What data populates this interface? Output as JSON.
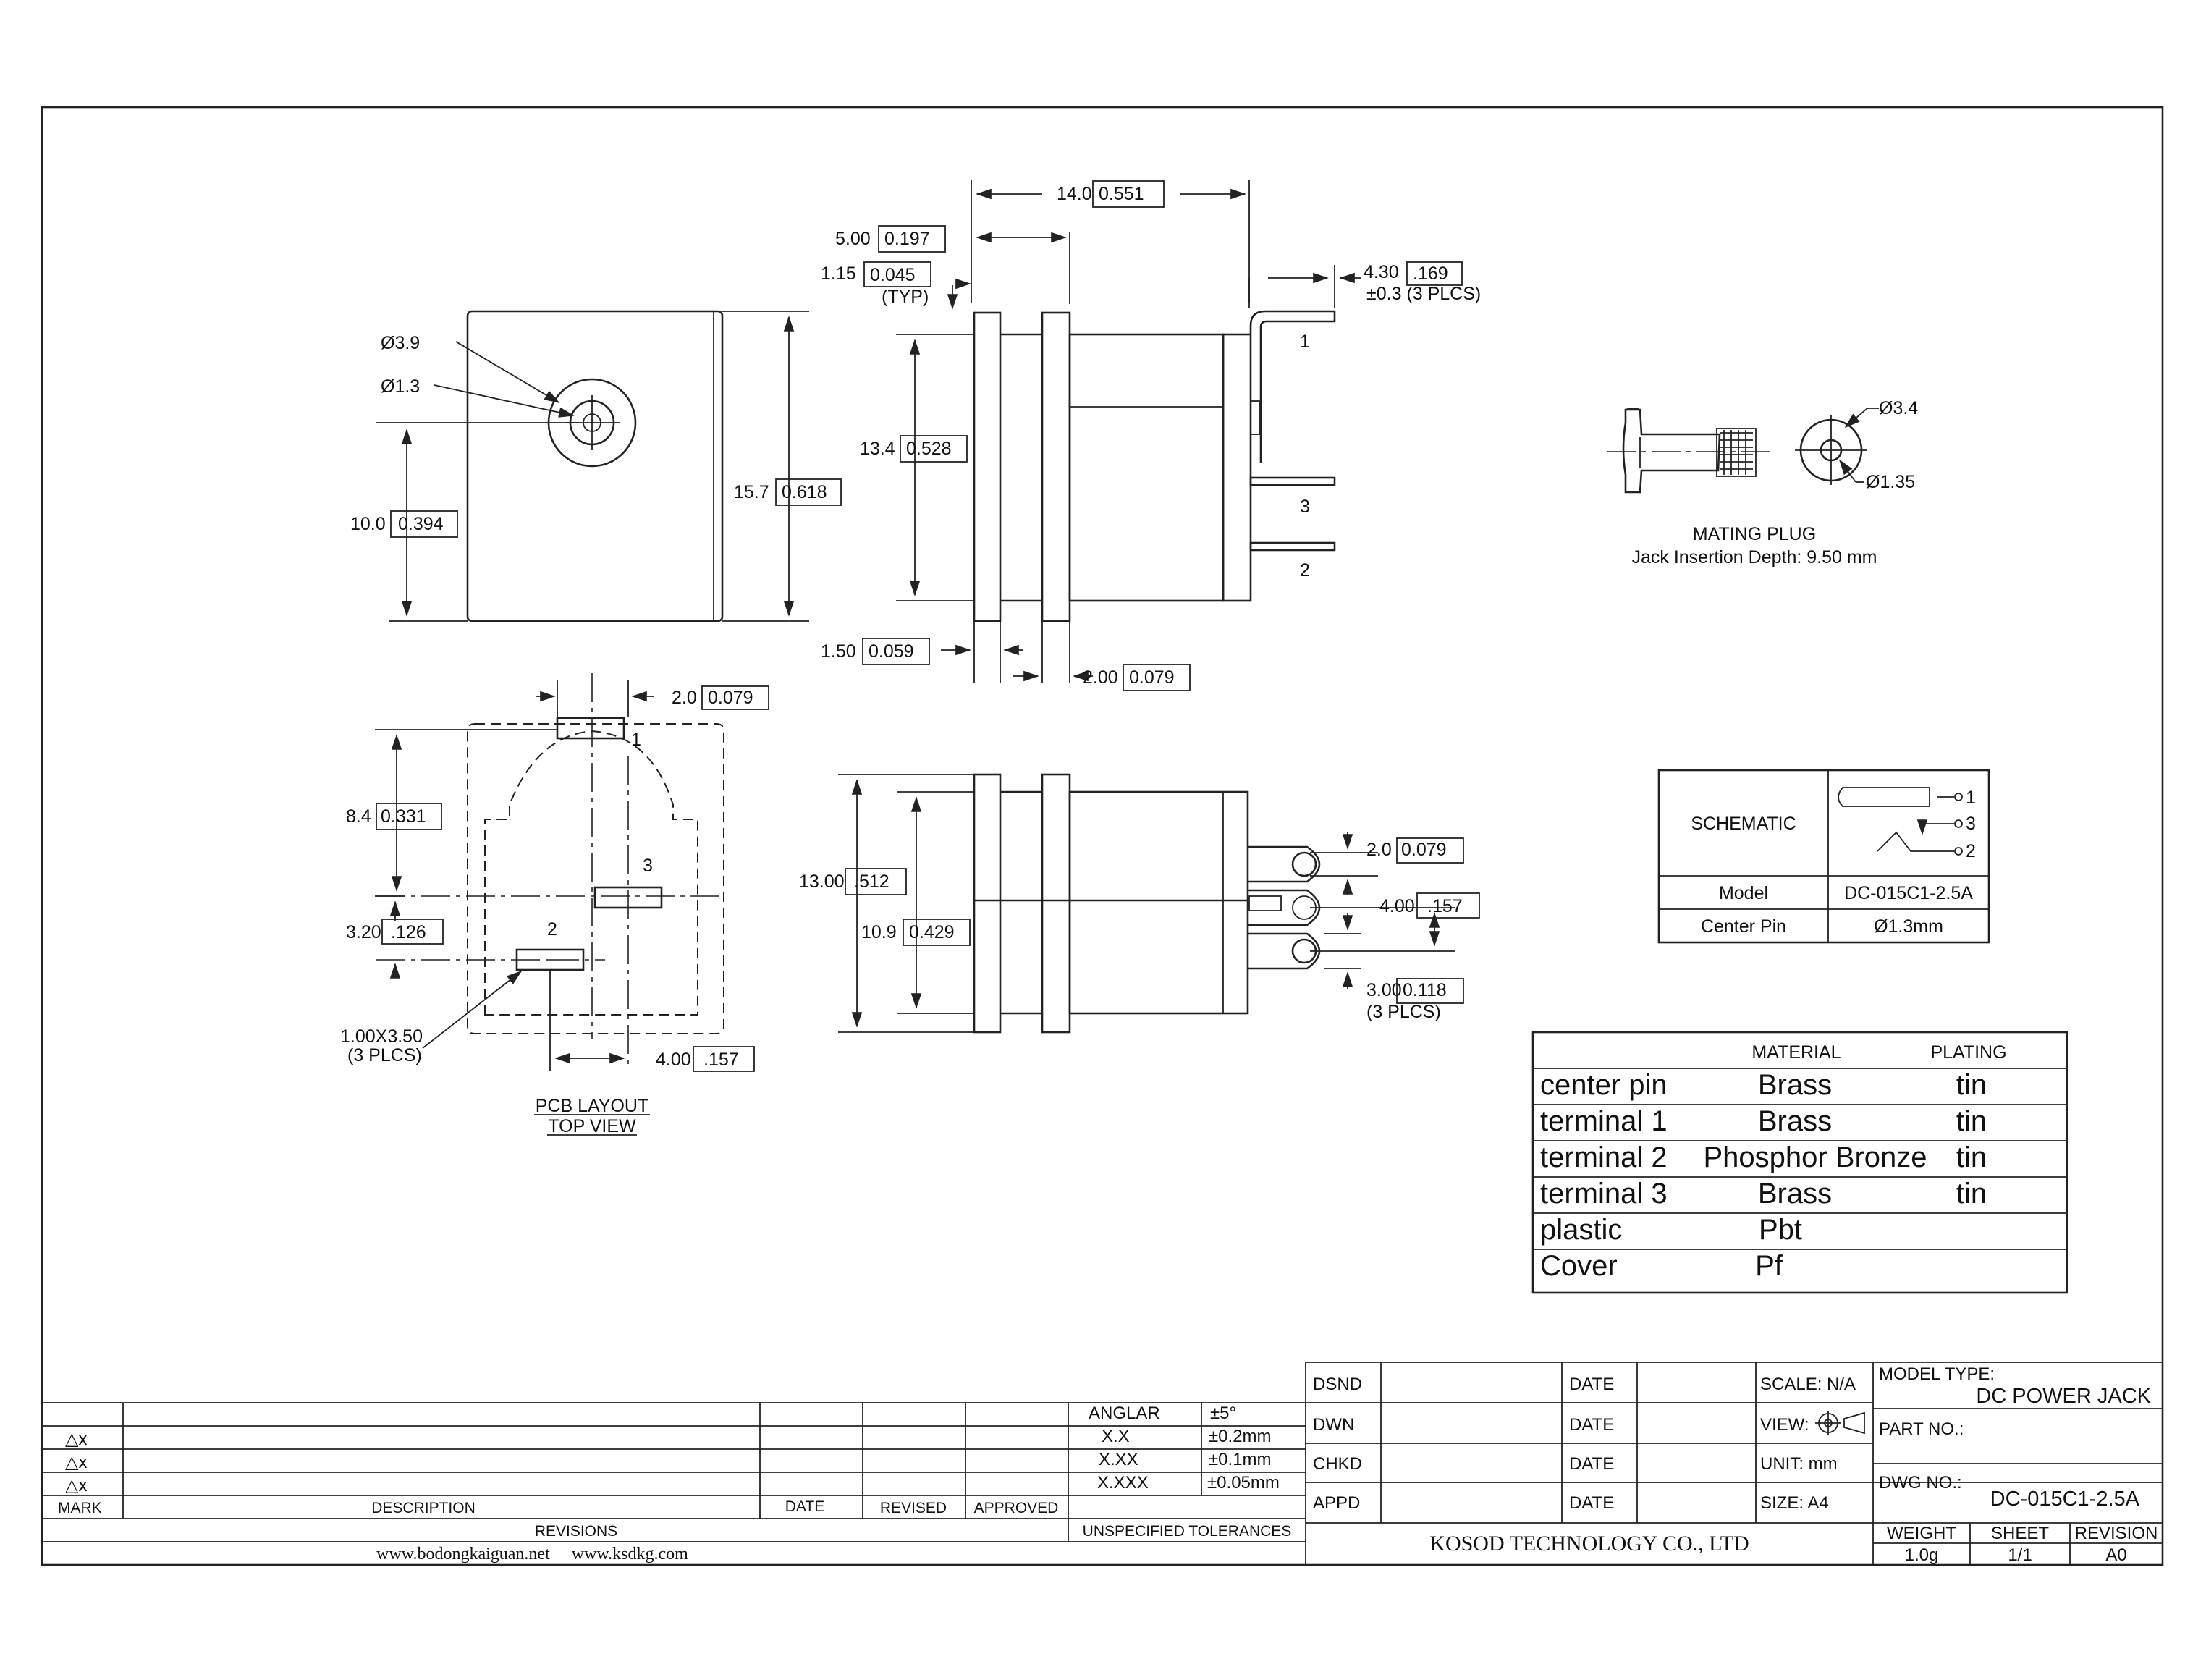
{
  "views": {
    "front": {
      "dia_outer": "Ø3.9",
      "dia_inner": "Ø1.3",
      "height_center": "10.0",
      "height_center_in": "0.394",
      "height_total": "15.7",
      "height_total_in": "0.618"
    },
    "side": {
      "length": "14.0",
      "length_in": "0.551",
      "flange_to_body": "5.00",
      "flange_to_body_in": "0.197",
      "flange_thk": "1.15",
      "flange_thk_in": "0.045",
      "typ": "(TYP)",
      "tab_len": "4.30",
      "tab_len_in": ".169",
      "tab_tol": "±0.3 (3 PLCS)",
      "height": "13.4",
      "height_in": "0.528",
      "gap": "1.50",
      "gap_in": "0.059",
      "flange2": "2.00",
      "flange2_in": "0.079",
      "pin1": "1",
      "pin3": "3",
      "pin2": "2"
    },
    "pcb": {
      "pad_w": "2.0",
      "pad_w_in": "0.079",
      "span": "8.4",
      "span_in": "0.331",
      "offset": "3.20",
      "offset_in": ".126",
      "pad_size": "1.00X3.50",
      "pad_plcs": "(3 PLCS)",
      "pitch": "4.00",
      "pitch_in": ".157",
      "pin1": "1",
      "pin3": "3",
      "pin2": "2",
      "title": "PCB LAYOUT",
      "subtitle": "TOP VIEW"
    },
    "bottom": {
      "height": "13.00",
      "height_in": ".512",
      "inner": "10.9",
      "inner_in": "0.429",
      "hole": "2.0",
      "hole_in": "0.079",
      "pitch": "4.00",
      "pitch_in": ".157",
      "slot": "3.00",
      "slot_in": "0.118",
      "slot_plcs": "(3 PLCS)"
    },
    "plug": {
      "dia_outer": "Ø3.4",
      "dia_inner": "Ø1.35",
      "title": "MATING PLUG",
      "depth": "Jack Insertion Depth: 9.50 mm"
    }
  },
  "schematic": {
    "header": "SCHEMATIC",
    "pin1": "1",
    "pin3": "3",
    "pin2": "2",
    "rows": [
      {
        "label": "Model",
        "value": "DC-015C1-2.5A"
      },
      {
        "label": "Center Pin",
        "value": "Ø1.3mm"
      }
    ]
  },
  "materials": {
    "headers": {
      "material": "MATERIAL",
      "plating": "PLATING"
    },
    "rows": [
      {
        "part": "center pin",
        "material": "Brass",
        "plating": "tin"
      },
      {
        "part": "terminal 1",
        "material": "Brass",
        "plating": "tin"
      },
      {
        "part": "terminal 2",
        "material": "Phosphor Bronze",
        "plating": "tin"
      },
      {
        "part": "terminal 3",
        "material": "Brass",
        "plating": "tin"
      },
      {
        "part": "plastic",
        "material": "Pbt",
        "plating": ""
      },
      {
        "part": "Cover",
        "material": "Pf",
        "plating": ""
      }
    ]
  },
  "revisions": {
    "marks": [
      "△x",
      "△x",
      "△x"
    ],
    "columns": {
      "mark": "MARK",
      "description": "DESCRIPTION",
      "date": "DATE",
      "revised": "REVISED",
      "approved": "APPROVED"
    },
    "footer": "REVISIONS",
    "website": "www.bodongkaiguan.net     www.ksdkg.com"
  },
  "tolerances": {
    "rows": [
      {
        "label": "ANGLAR",
        "value": "±5°"
      },
      {
        "label": "X.X",
        "value": "±0.2mm"
      },
      {
        "label": "X.XX",
        "value": "±0.1mm"
      },
      {
        "label": "X.XXX",
        "value": "±0.05mm"
      }
    ],
    "footer": "UNSPECIFIED TOLERANCES"
  },
  "title_block": {
    "roles": [
      "DSND",
      "DWN",
      "CHKD",
      "APPD"
    ],
    "date_label": "DATE",
    "scale": "SCALE: N/A",
    "view": "VIEW:",
    "unit": "UNIT: mm",
    "size": "SIZE: A4",
    "company": "KOSOD TECHNOLOGY CO., LTD",
    "model_type_label": "MODEL TYPE:",
    "model_type": "DC POWER JACK",
    "part_no_label": "PART NO.:",
    "dwg_no_label": "DWG NO.:",
    "dwg_no": "DC-015C1-2.5A",
    "weight_label": "WEIGHT",
    "weight": "1.0g",
    "sheet_label": "SHEET",
    "sheet": "1/1",
    "revision_label": "REVISION",
    "revision": "A0"
  }
}
